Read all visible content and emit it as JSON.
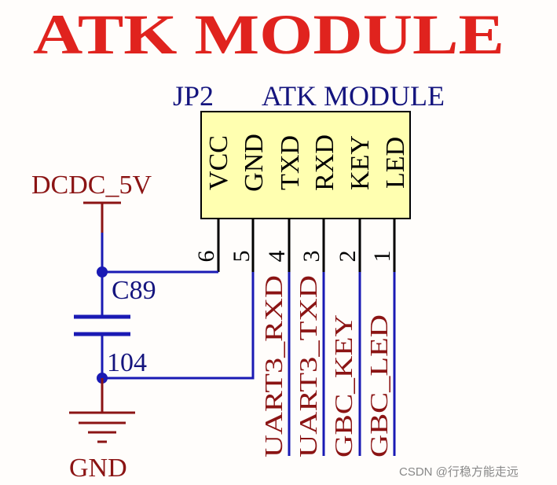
{
  "title": "ATK MODULE",
  "component": {
    "designator": "JP2",
    "name": "ATK MODULE",
    "pins": [
      {
        "number": "6",
        "name": "VCC",
        "net": ""
      },
      {
        "number": "5",
        "name": "GND",
        "net": ""
      },
      {
        "number": "4",
        "name": "TXD",
        "net": "UART3_RXD"
      },
      {
        "number": "3",
        "name": "RXD",
        "net": "UART3_TXD"
      },
      {
        "number": "2",
        "name": "KEY",
        "net": "GBC_KEY"
      },
      {
        "number": "1",
        "name": "LED",
        "net": "GBC_LED"
      }
    ]
  },
  "power": {
    "label": "DCDC_5V"
  },
  "capacitor": {
    "designator": "C89",
    "value": "104"
  },
  "ground": {
    "label": "GND"
  },
  "watermark": "CSDN @行稳方能走远",
  "colors": {
    "title": "#e0231e",
    "body_fill": "#ffffb0",
    "wire": "#1a1ab4",
    "net_label": "#8b1414",
    "designator": "#14147e",
    "pin": "#000000",
    "background": "#fffdfb"
  }
}
